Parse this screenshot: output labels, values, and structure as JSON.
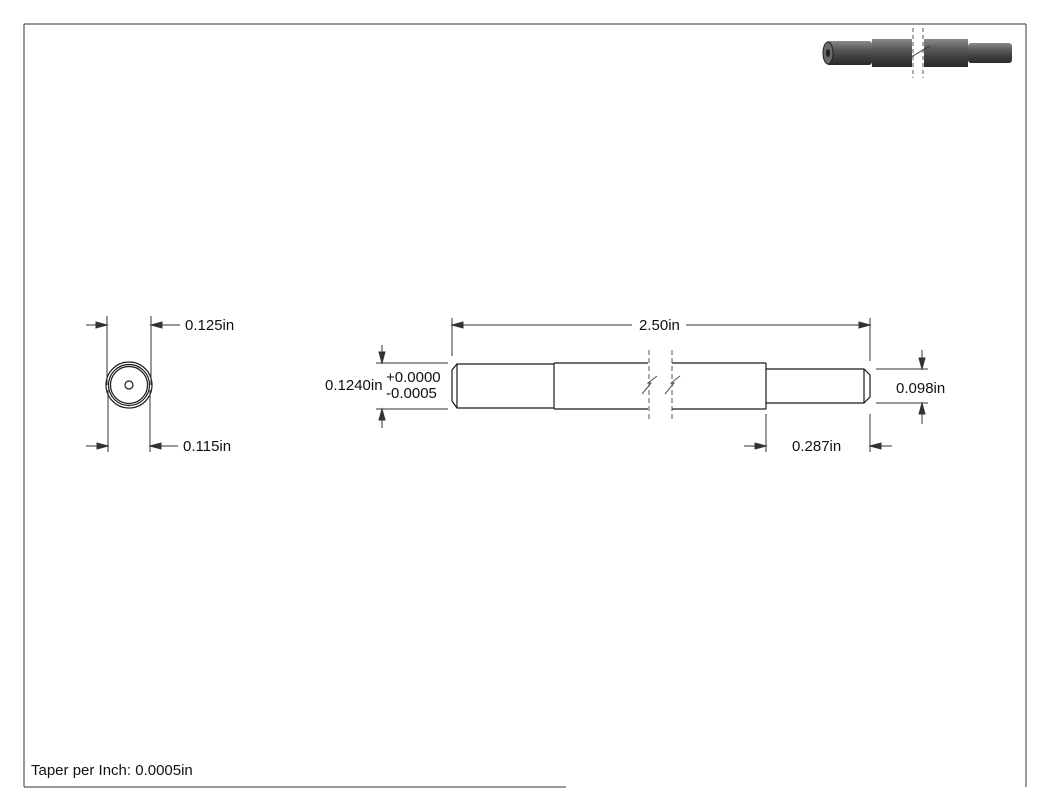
{
  "end_view": {
    "outer_diameter": "0.125in",
    "inner_diameter": "0.115in"
  },
  "side_view": {
    "overall_length": "2.50in",
    "diameter": "0.1240in",
    "tolerance_plus": "+0.0000",
    "tolerance_minus": "-0.0005",
    "tip_diameter": "0.098in",
    "tip_length": "0.287in"
  },
  "note": "Taper per Inch: 0.0005in",
  "colors": {
    "line": "#1a1a1a",
    "dim_line": "#333333",
    "render_body": "#5c5c5c",
    "render_dark": "#3a3a3a"
  }
}
